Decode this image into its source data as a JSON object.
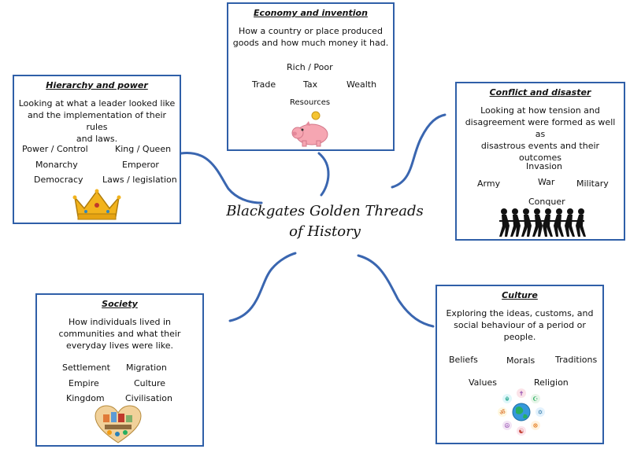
{
  "title": [
    "Blackgates Golden Threads",
    "of History"
  ],
  "boxes": {
    "economy": {
      "title": "Economy and invention",
      "desc": [
        "How a country or place produced",
        "goods and how much money it had."
      ],
      "keywords": [
        "Rich / Poor",
        "Trade",
        "Tax",
        "Wealth",
        "Resources"
      ],
      "icon": "piggy-bank-icon"
    },
    "hierarchy": {
      "title": "Hierarchy and power",
      "desc": [
        "Looking at what a leader looked like",
        "and the implementation of their rules",
        "and laws."
      ],
      "keywords": [
        "Power / Control",
        "King / Queen",
        "Monarchy",
        "Emperor",
        "Democracy",
        "Laws / legislation"
      ],
      "icon": "crown-icon"
    },
    "conflict": {
      "title": "Conflict and disaster",
      "desc": [
        "Looking at how tension and",
        "disagreement were formed as well as",
        "disastrous events and their outcomes"
      ],
      "keywords": [
        "Invasion",
        "Army",
        "War",
        "Military",
        "Conquer"
      ],
      "icon": "tug-of-war-icon"
    },
    "society": {
      "title": "Society",
      "desc": [
        "How individuals lived in",
        "communities and what their",
        "everyday lives were like."
      ],
      "keywords": [
        "Settlement",
        "Migration",
        "Empire",
        "Culture",
        "Kingdom",
        "Civilisation"
      ],
      "icon": "community-heart-icon"
    },
    "culture": {
      "title": "Culture",
      "desc": [
        "Exploring the ideas, customs, and",
        "social behaviour of a period or",
        "people."
      ],
      "keywords": [
        "Beliefs",
        "Morals",
        "Traditions",
        "Values",
        "Religion"
      ],
      "icon": "world-religions-icon"
    }
  },
  "colors": {
    "border": "#2f5fa8",
    "connector": "#3a66b0",
    "crown": "#f2b31c",
    "piggy": "#f6a6b2"
  }
}
